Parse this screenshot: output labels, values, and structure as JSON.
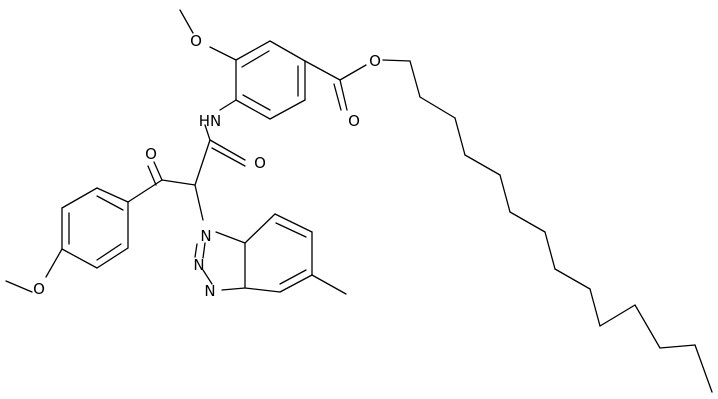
{
  "structure": {
    "atom_labels": {
      "methoxy_o_top": "O",
      "amide_nh": "HN",
      "ester_carbonyl_o": "O",
      "ester_o": "O",
      "ketone_o": "O",
      "amide_o": "O",
      "triazole_n1": "N",
      "triazole_n2": "N",
      "triazole_n3": "N",
      "methoxy_o_left": "O"
    }
  }
}
